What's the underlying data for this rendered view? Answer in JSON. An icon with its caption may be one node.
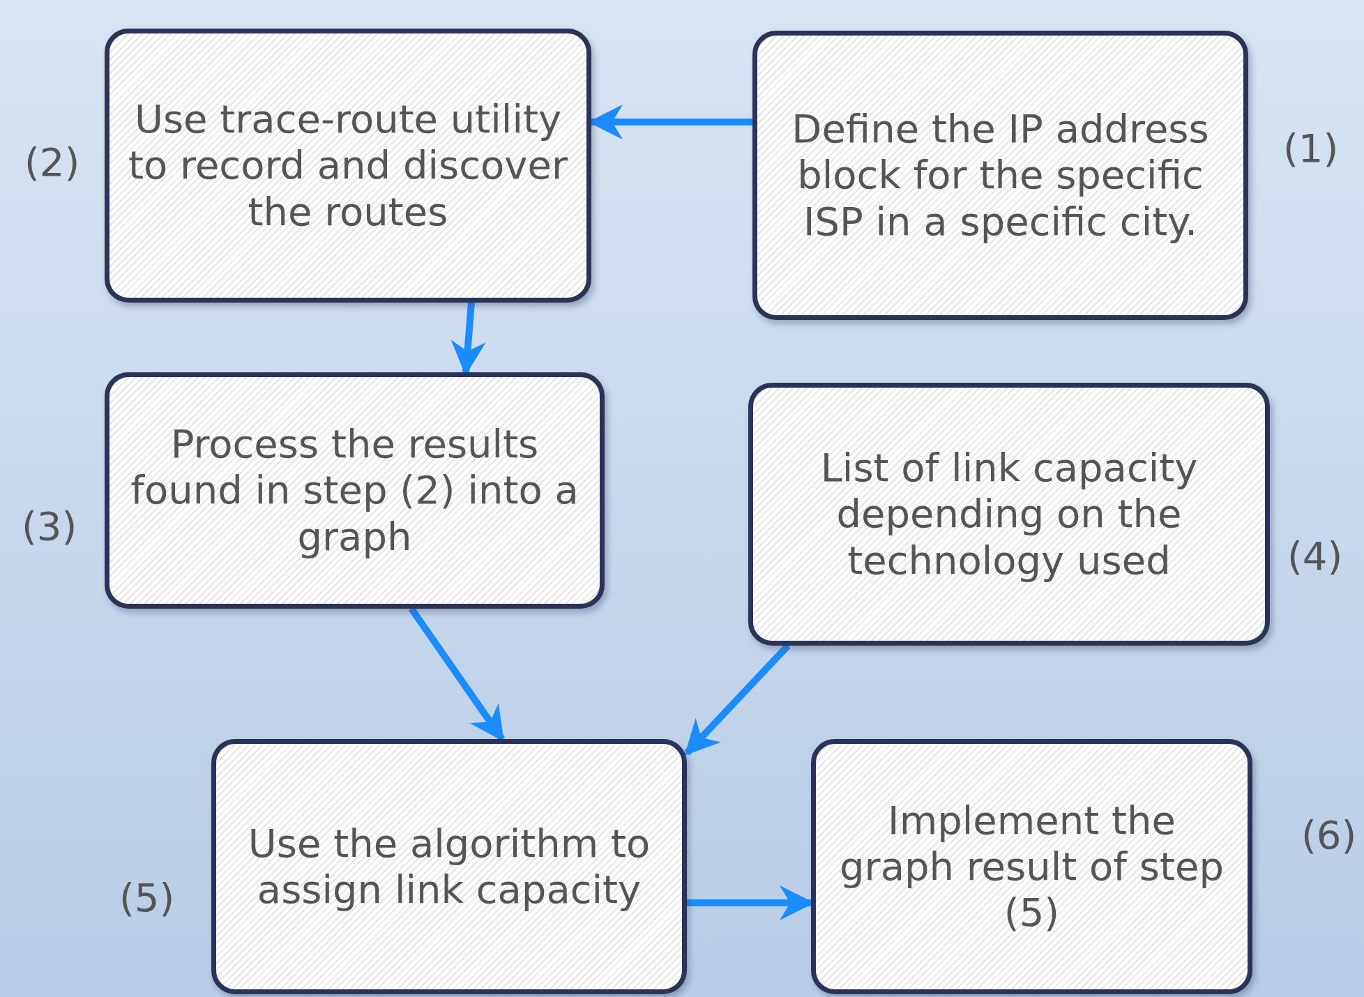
{
  "diagram": {
    "nodes": [
      {
        "text": [
          "Use trace-route utility to record and discover the routes"
        ],
        "beside": [
          "(2)"
        ]
      },
      {
        "text": [
          "Define the IP address block for the specific ISP in a specific city."
        ],
        "beside": [
          "(1)"
        ]
      },
      {
        "text": [
          "Process the results found in step (2) into a graph"
        ],
        "beside": [
          "(3)"
        ]
      },
      {
        "text": [
          "List of link capacity depending on the technology used"
        ],
        "beside": [
          "(4)"
        ]
      },
      {
        "text": [
          "Use the algorithm to assign link capacity"
        ],
        "beside": [
          "(5)"
        ]
      },
      {
        "text": [
          "Implement the graph result of step (5)"
        ],
        "beside": [
          "(6)"
        ]
      }
    ],
    "edges": [
      {
        "from": 1,
        "to": 0,
        "arrow": "to"
      },
      {
        "from": 0,
        "to": 2,
        "arrow": "to"
      },
      {
        "from": 2,
        "to": 4,
        "arrow": "to"
      },
      {
        "from": 3,
        "to": 4,
        "arrow": "to"
      },
      {
        "from": 4,
        "to": 5,
        "arrow": "to"
      }
    ]
  }
}
